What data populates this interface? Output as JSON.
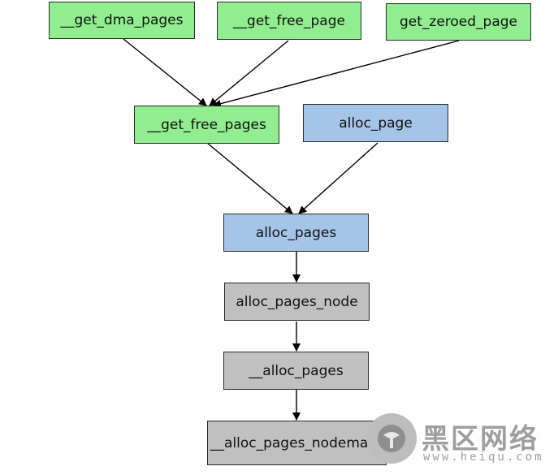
{
  "nodes": {
    "get_dma_pages": "__get_dma_pages",
    "get_free_page": "__get_free_page",
    "get_zeroed_page": "get_zeroed_page",
    "get_free_pages": "__get_free_pages",
    "alloc_page": "alloc_page",
    "alloc_pages": "alloc_pages",
    "alloc_pages_node": "alloc_pages_node",
    "alloc_pages_internal": "__alloc_pages",
    "alloc_pages_nodemask": "__alloc_pages_nodemask"
  },
  "colors": {
    "green": "#90ee90",
    "blue": "#a6c4e6",
    "gray": "#c0c0c0"
  },
  "watermark": {
    "title": "黑区网络",
    "url": "www.heiqu.com"
  }
}
